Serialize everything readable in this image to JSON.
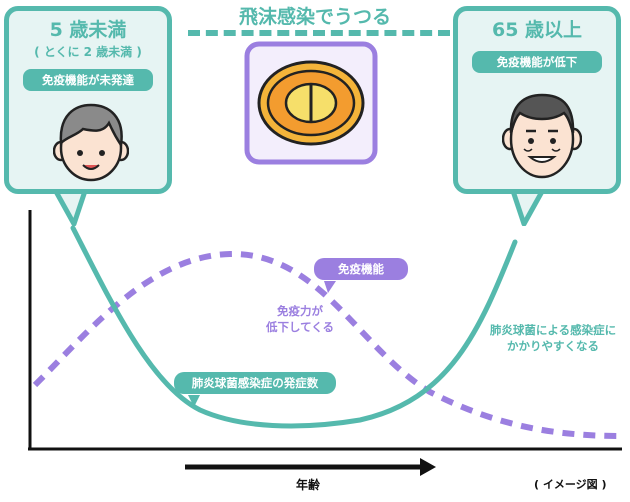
{
  "header": {
    "title": "飛沫感染でうつる"
  },
  "left_bubble": {
    "title": "5 歳未満",
    "subtitle": "( とくに 2 歳未満 )",
    "badge": "免疫機能が未発達"
  },
  "right_bubble": {
    "title": "65 歳以上",
    "badge": "免疫機能が低下"
  },
  "chart": {
    "immune_label": "免疫機能",
    "immunity_drop_note": [
      "免疫力が",
      "低下してくる"
    ],
    "infection_label": "肺炎球菌感染症の発症数",
    "susceptible_note": [
      "肺炎球菌による感染症に",
      "かかりやすくなる"
    ],
    "x_axis_label": "年齢",
    "caption": "( イメージ図 )"
  },
  "colors": {
    "teal": "#55b9ad",
    "purple": "#9b7fe0",
    "bubble_bg": "#e6f4f3",
    "bacteria_orange": "#f4a63a"
  }
}
